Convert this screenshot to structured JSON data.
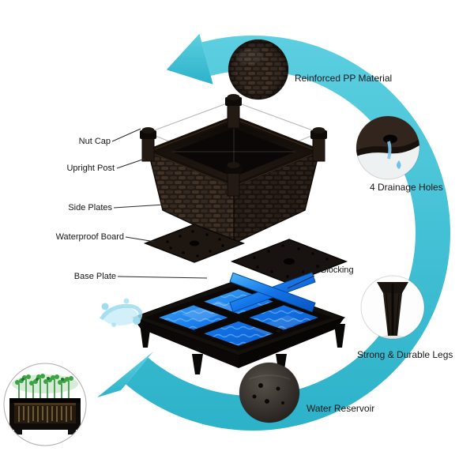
{
  "colors": {
    "arrow": "#3fc0d3",
    "planter_dark": "#2a211c",
    "water_blue": "#1273e8",
    "background": "#ffffff"
  },
  "part_labels": {
    "nut_cap": "Nut Cap",
    "upright_post": "Upright Post",
    "side_plates": "Side Plates",
    "waterproof_board": "Waterproof Board",
    "base_plate": "Base Plate",
    "water_blocking": "Water Blocking"
  },
  "feature_callouts": [
    {
      "label": "Reinforced PP Material",
      "icon": "wicker-texture-icon"
    },
    {
      "label": "4 Drainage Holes",
      "icon": "drainage-hole-icon"
    },
    {
      "label": "Strong & Durable Legs",
      "icon": "planter-leg-icon"
    },
    {
      "label": "Water Reservoir",
      "icon": "reservoir-base-icon"
    }
  ],
  "decorations": {
    "arrow_icon": "circular-flow-arrow",
    "splash_icon": "water-splash",
    "inset_icon": "seedlings-cross-section"
  }
}
